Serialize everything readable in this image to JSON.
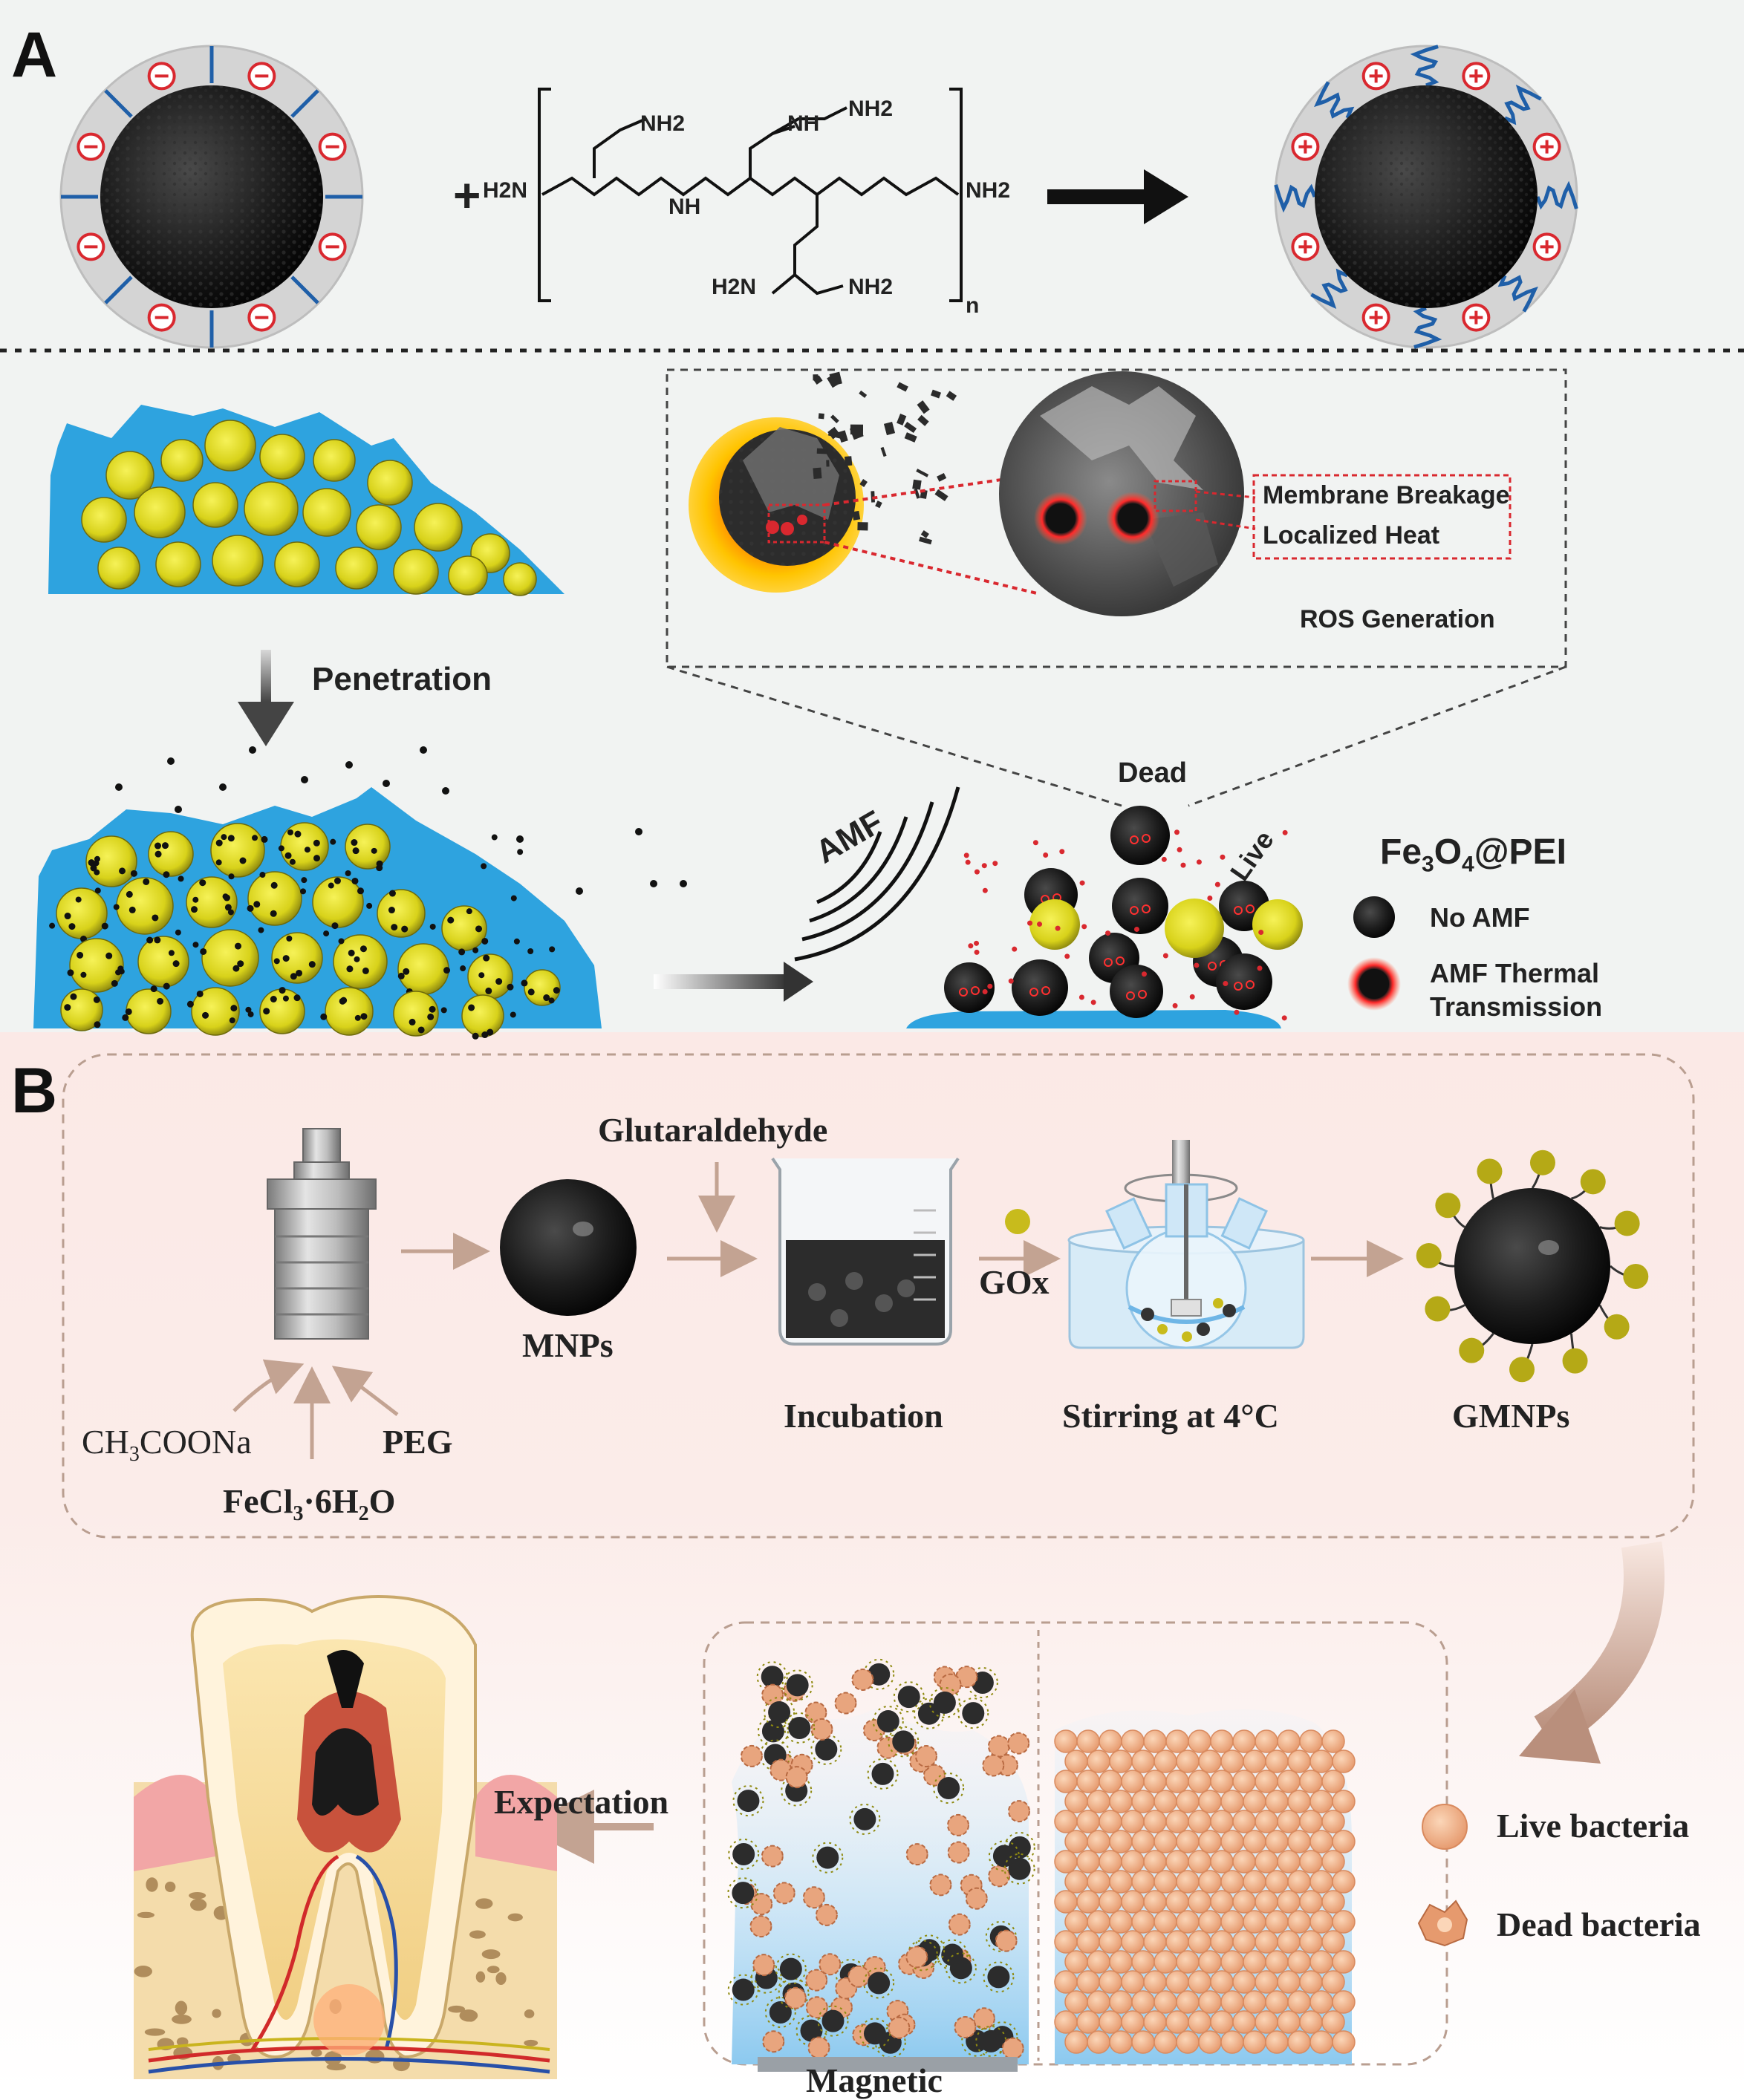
{
  "panel_a": {
    "letter": "A",
    "formula_plus": "+",
    "pei": {
      "nh2_top_left": "NH2",
      "nh2_top_right": "NH2",
      "nh_left": "NH",
      "nh_right": "NH",
      "h2n_left": "H2N",
      "nh2_right_end": "NH2",
      "h2n_bottom": "H2N",
      "nh2_bottom": "NH2",
      "n_subscript": "n"
    },
    "penetration_label": "Penetration",
    "membrane_breakage_label": "Membrane Breakage",
    "localized_heat_label": "Localized Heat",
    "ros_label": "ROS Generation",
    "dead_label": "Dead",
    "live_label": "Live",
    "amf_label": "AMF",
    "legend": {
      "title": "Fe3O4@PEI",
      "no_amf": "No AMF",
      "amf_thermal_line1": "AMF Thermal",
      "amf_thermal_line2": "Transmission"
    }
  },
  "panel_b": {
    "letter": "B",
    "glutaraldehyde": "Glutaraldehyde",
    "mnps": "MNPs",
    "incubation": "Incubation",
    "gox": "GOx",
    "stirring": "Stirring at 4°C",
    "gmnps": "GMNPs",
    "ch3coona": "CH3COONa",
    "peg": "PEG",
    "fecl3": "FeCl3·6H2O",
    "expectation": "Expectation",
    "magnetic": "Magnetic",
    "live_bacteria": "Live bacteria",
    "dead_bacteria": "Dead bacteria"
  },
  "colors": {
    "panel_a_bg": "#f1f3f2",
    "panel_b_bg": "#fbe9e6",
    "biofilm_blue": "#2ea3df",
    "bacteria_yellow": "#e3dc1e",
    "charge_red": "#d9282f",
    "flow_arrow": "#c3a392",
    "live_bacteria": "#f2b48a"
  }
}
